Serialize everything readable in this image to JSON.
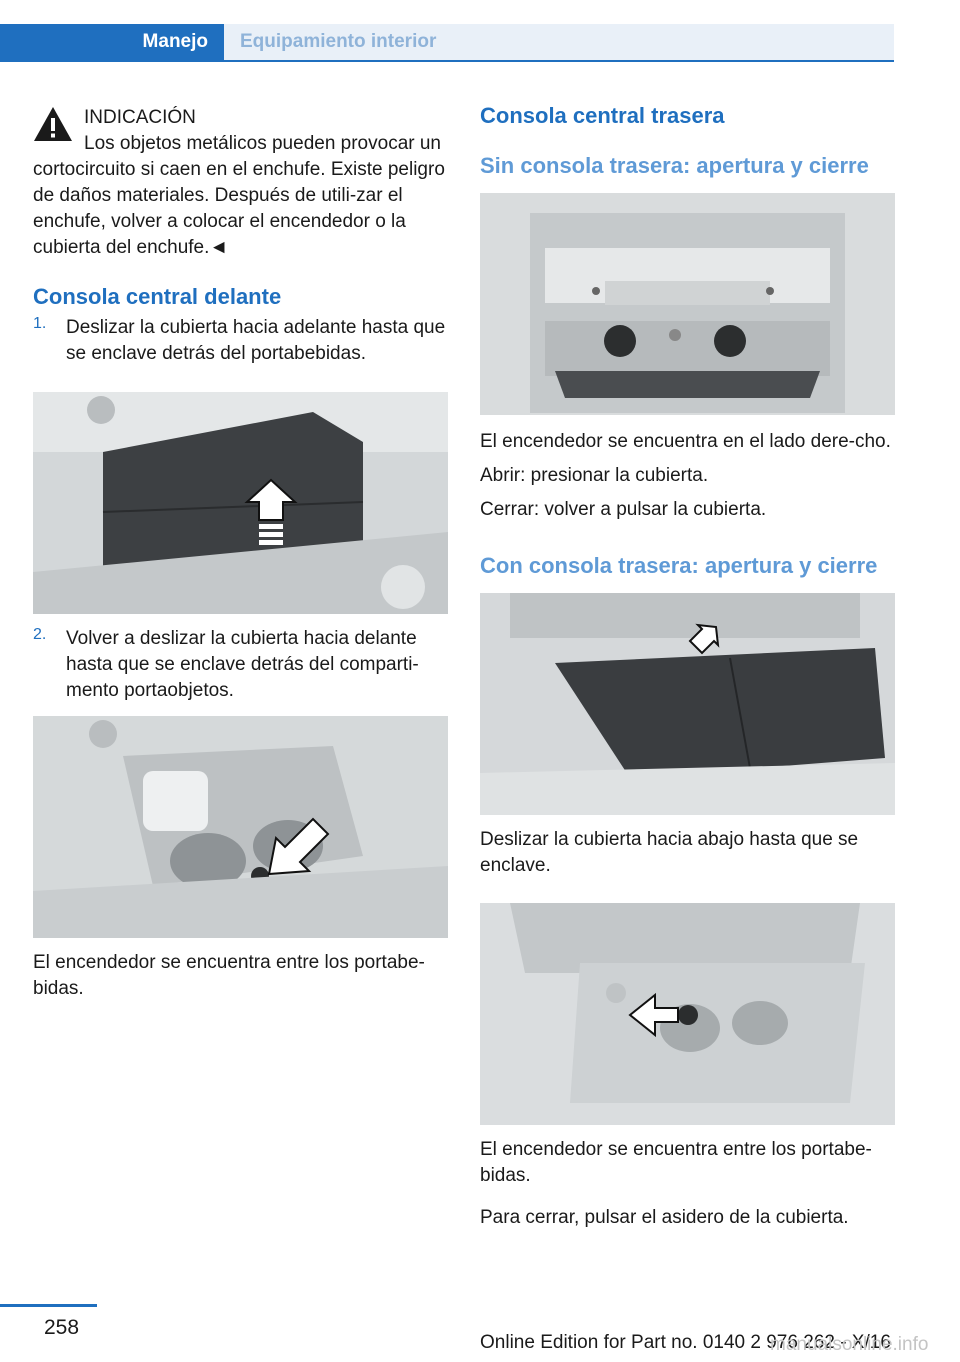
{
  "header": {
    "tab_active": "Manejo",
    "tab_inactive": "Equipamiento interior"
  },
  "left": {
    "warning_title": "INDICACIÓN",
    "warning_text": "Los objetos metálicos pueden provocar un cortocircuito si caen en el enchufe. Existe peligro de daños materiales. Después de utili-zar el enchufe, volver a colocar el encendedor o la cubierta del enchufe.◄",
    "section_title": "Consola central delante",
    "step1_num": "1.",
    "step1_text": "Deslizar la cubierta hacia adelante hasta que se enclave detrás del portabebidas.",
    "step2_num": "2.",
    "step2_text": "Volver a deslizar la cubierta hacia delante hasta que se enclave detrás del comparti-mento portaobjetos.",
    "lighter_text": "El encendedor se encuentra entre los portabe-bidas."
  },
  "right": {
    "section_title": "Consola central trasera",
    "sub1_title": "Sin consola trasera: apertura y cierre",
    "sub1_text1": "El encendedor se encuentra en el lado dere-cho.",
    "sub1_text2": "Abrir: presionar la cubierta.",
    "sub1_text3": "Cerrar: volver a pulsar la cubierta.",
    "sub2_title": "Con consola trasera: apertura y cierre",
    "sub2_text1": "Deslizar la cubierta hacia abajo hasta que se enclave.",
    "sub2_text2": "El encendedor se encuentra entre los portabe-bidas.",
    "sub2_text3": "Para cerrar, pulsar el asidero de la cubierta."
  },
  "footer": {
    "page_number": "258",
    "online_edition": "Online Edition for Part no. 0140 2 976 262 - X/16",
    "watermark": "manualsonline.info"
  },
  "colors": {
    "accent": "#1f6fbf",
    "accent_light": "#5f9ad6"
  }
}
